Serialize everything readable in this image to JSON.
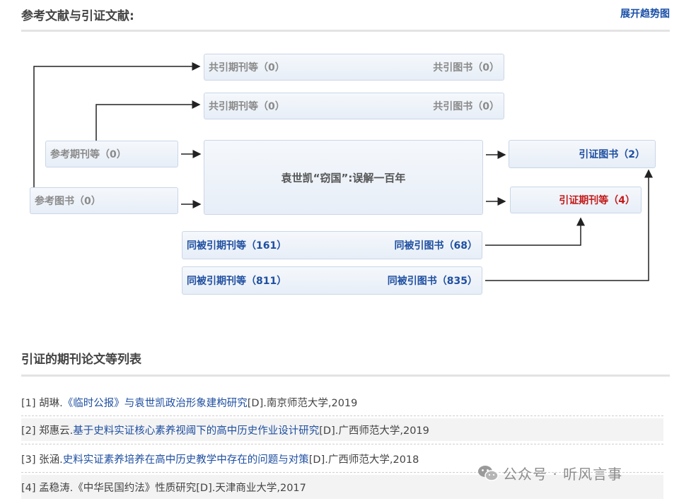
{
  "header": {
    "title": "参考文献与引证文献:",
    "trend_link": "展开趋势图"
  },
  "diagram": {
    "co_cited_1": {
      "journals": "共引期刊等（0）",
      "books": "共引图书（0）"
    },
    "co_cited_2": {
      "journals": "共引期刊等（0）",
      "books": "共引图书（0）"
    },
    "ref_journals": "参考期刊等（0）",
    "ref_books": "参考图书（0）",
    "center_title": "袁世凯“窃国”:误解一百年",
    "citing_books": "引证图书（2）",
    "citing_journals": "引证期刊等（4）",
    "co_citing_1": {
      "journals": "同被引期刊等（161）",
      "books": "同被引图书（68）"
    },
    "co_citing_2": {
      "journals": "同被引期刊等（811）",
      "books": "同被引图书（835）"
    }
  },
  "list_section": {
    "title": "引证的期刊论文等列表",
    "items": [
      {
        "prefix": "[1] 胡琳.",
        "title": "《临时公报》与袁世凯政治形象建构研究",
        "suffix": "[D].南京师范大学,2019"
      },
      {
        "prefix": "[2] 郑惠云.",
        "title": "基于史料实证核心素养视阈下的高中历史作业设计研究",
        "suffix": "[D].广西师范大学,2019"
      },
      {
        "prefix": "[3] 张涵.",
        "title": "史料实证素养培养在高中历史教学中存在的问题与对策",
        "suffix": "[D].广西师范大学,2018"
      },
      {
        "prefix": "[4] 孟稳涛.",
        "title": "《中华民国约法》性质研究",
        "suffix": "[D].天津商业大学,2017"
      }
    ]
  },
  "watermark": "公众号 · 听风言事",
  "colors": {
    "link": "#1f4fa0",
    "highlight": "#c41a1a",
    "box_border": "#cad6e6"
  }
}
